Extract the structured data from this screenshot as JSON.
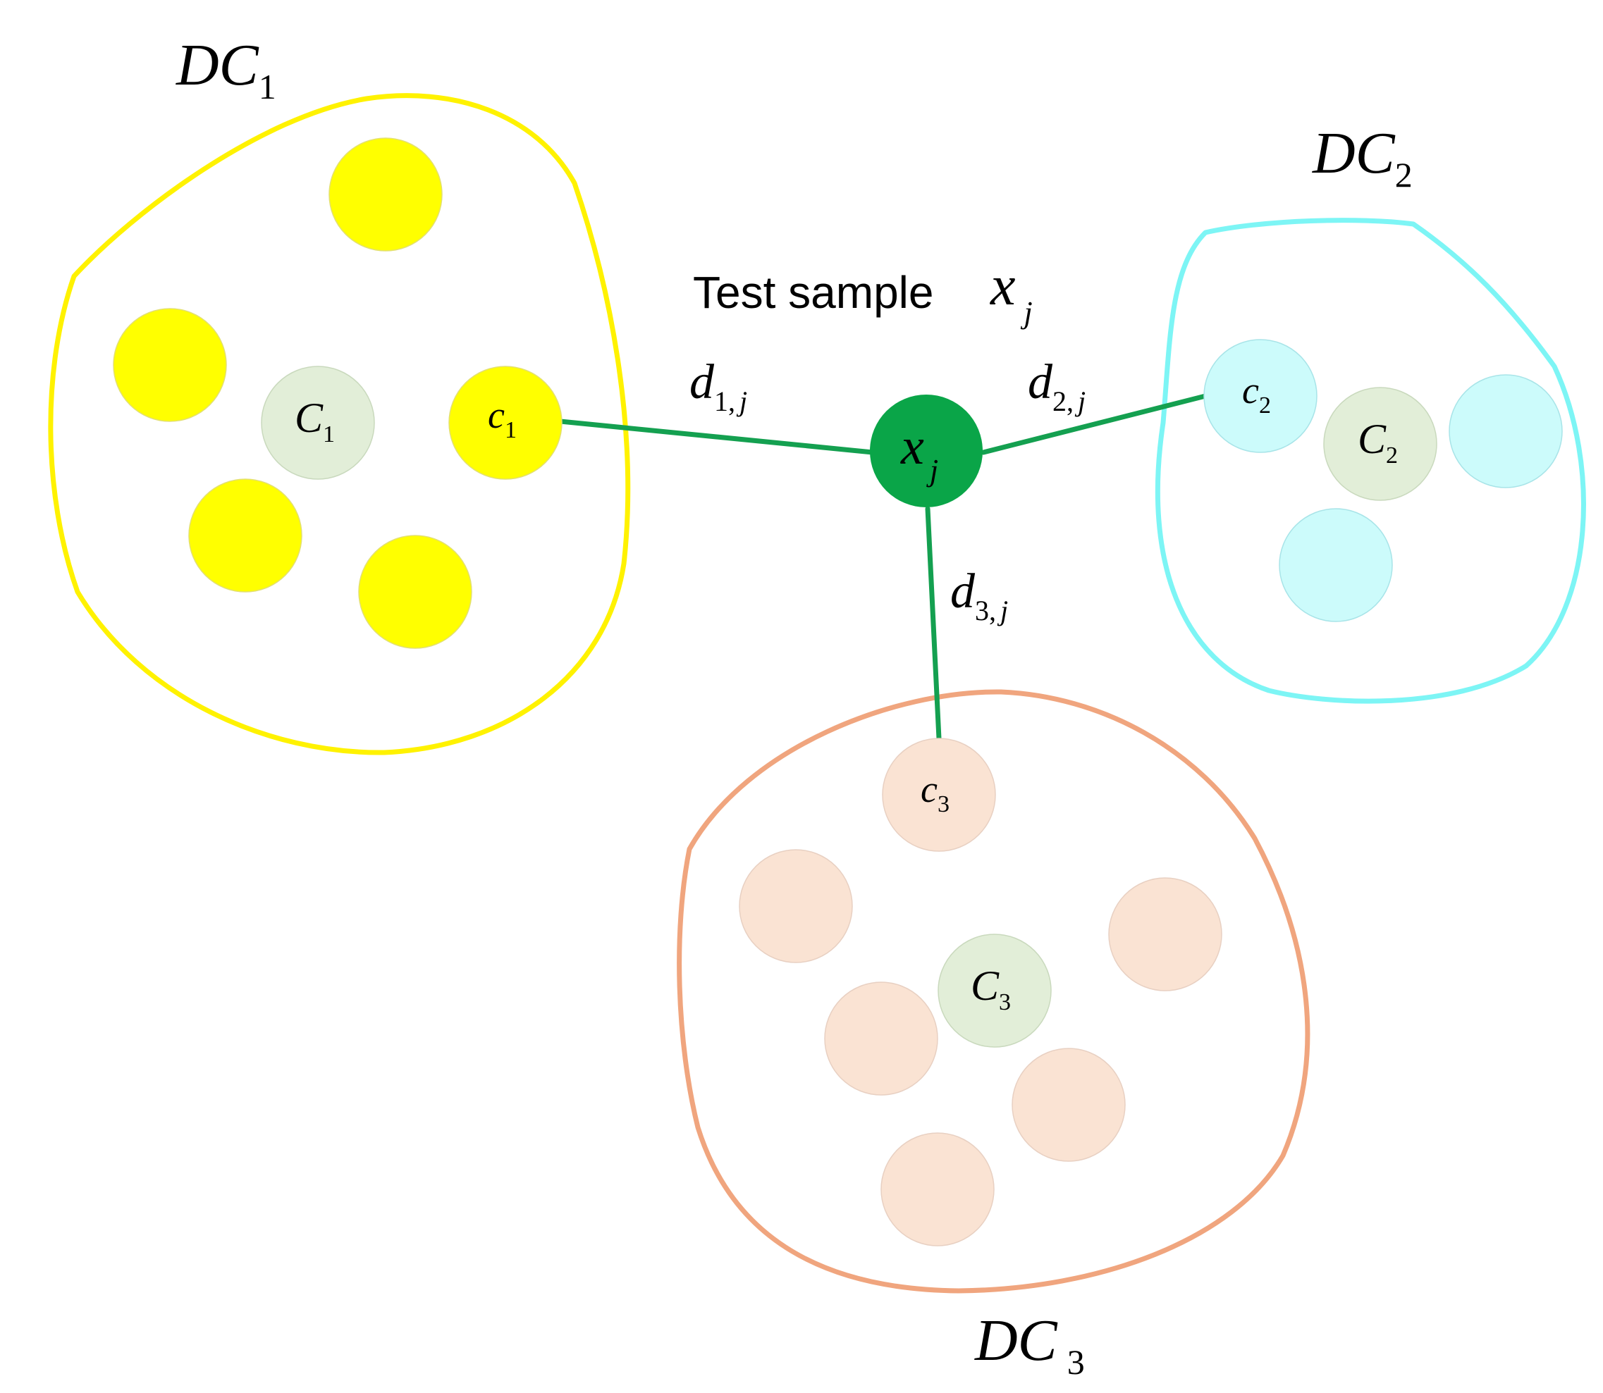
{
  "groups": {
    "dc1": {
      "label_main": "DC",
      "label_sub": "1",
      "color": "#FFF200"
    },
    "dc2": {
      "label_main": "DC",
      "label_sub": "2",
      "color": "#7DF5F5"
    },
    "dc3": {
      "label_main": "DC",
      "label_sub": "3",
      "color": "#F0A57E"
    }
  },
  "sample_colors": {
    "dc1": "#FFFF00",
    "dc2": "#CCFBFB",
    "dc3": "#FAE3D3",
    "centroid": "#E2EED8",
    "test": "#0AA548",
    "link": "#14A050"
  },
  "test_sample": {
    "caption": "Test sample",
    "symbol_main": "x",
    "symbol_sub": "j"
  },
  "nodes": {
    "c1": {
      "main": "c",
      "sub": "1"
    },
    "c2": {
      "main": "c",
      "sub": "2"
    },
    "c3": {
      "main": "c",
      "sub": "3"
    },
    "C1": {
      "main": "C",
      "sub": "1"
    },
    "C2": {
      "main": "C",
      "sub": "2"
    },
    "C3": {
      "main": "C",
      "sub": "3"
    }
  },
  "distances": {
    "d1": {
      "main": "d",
      "sub_num": "1",
      "sub_sep": ",",
      "sub_j": "j"
    },
    "d2": {
      "main": "d",
      "sub_num": "2",
      "sub_sep": ",",
      "sub_j": "j"
    },
    "d3": {
      "main": "d",
      "sub_num": "3",
      "sub_sep": ",",
      "sub_j": "j"
    }
  }
}
